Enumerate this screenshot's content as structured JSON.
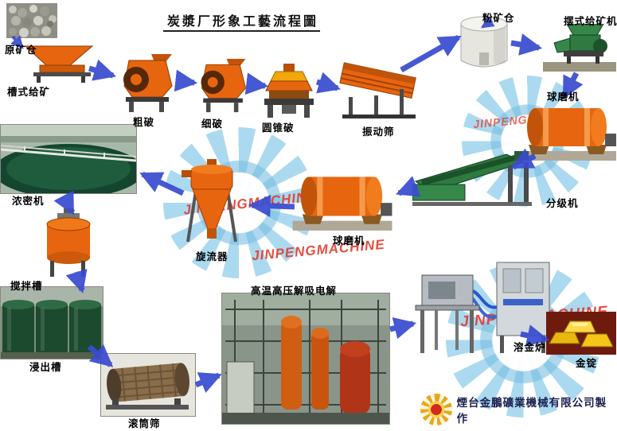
{
  "title": "炭漿厂形象工藝流程圖",
  "watermark": {
    "text": "JINPENGMACHINE"
  },
  "footer": {
    "maker": "煙台金鵬礦業機械有限公司製作"
  },
  "colors": {
    "arrow_blue": "#3a4cd0",
    "equipment_orange": "#e8650f",
    "equipment_green": "#2e7a40",
    "watermark_red": "#e23b2e",
    "watermark_blue": "#87caea",
    "gold": "#f5c518"
  },
  "nodes": [
    {
      "id": "raw-ore-bin",
      "label": "原矿仓"
    },
    {
      "id": "trough-feeder",
      "label": "槽式给矿"
    },
    {
      "id": "coarse-crusher",
      "label": "粗破"
    },
    {
      "id": "fine-crusher",
      "label": "细破"
    },
    {
      "id": "cone-crusher",
      "label": "圆锥破"
    },
    {
      "id": "vibrating-screen",
      "label": "振动筛"
    },
    {
      "id": "fine-ore-bin",
      "label": "粉矿仓"
    },
    {
      "id": "pendulum-feeder",
      "label": "摆式给矿机"
    },
    {
      "id": "ball-mill-right",
      "label": "球磨机"
    },
    {
      "id": "classifier",
      "label": "分级机"
    },
    {
      "id": "ball-mill-center",
      "label": "球磨机"
    },
    {
      "id": "hydrocyclone",
      "label": "旋流器"
    },
    {
      "id": "thickener",
      "label": "浓密机"
    },
    {
      "id": "mixing-tank",
      "label": "搅拌槽"
    },
    {
      "id": "leaching-tank",
      "label": "浸出槽"
    },
    {
      "id": "drum-screen",
      "label": "滚筒筛"
    },
    {
      "id": "desorption-electrolysis",
      "label": "高温高压解吸电解"
    },
    {
      "id": "gold-melting-furnace",
      "label": "溶金炉"
    },
    {
      "id": "gold-ingot",
      "label": "金锭"
    }
  ]
}
